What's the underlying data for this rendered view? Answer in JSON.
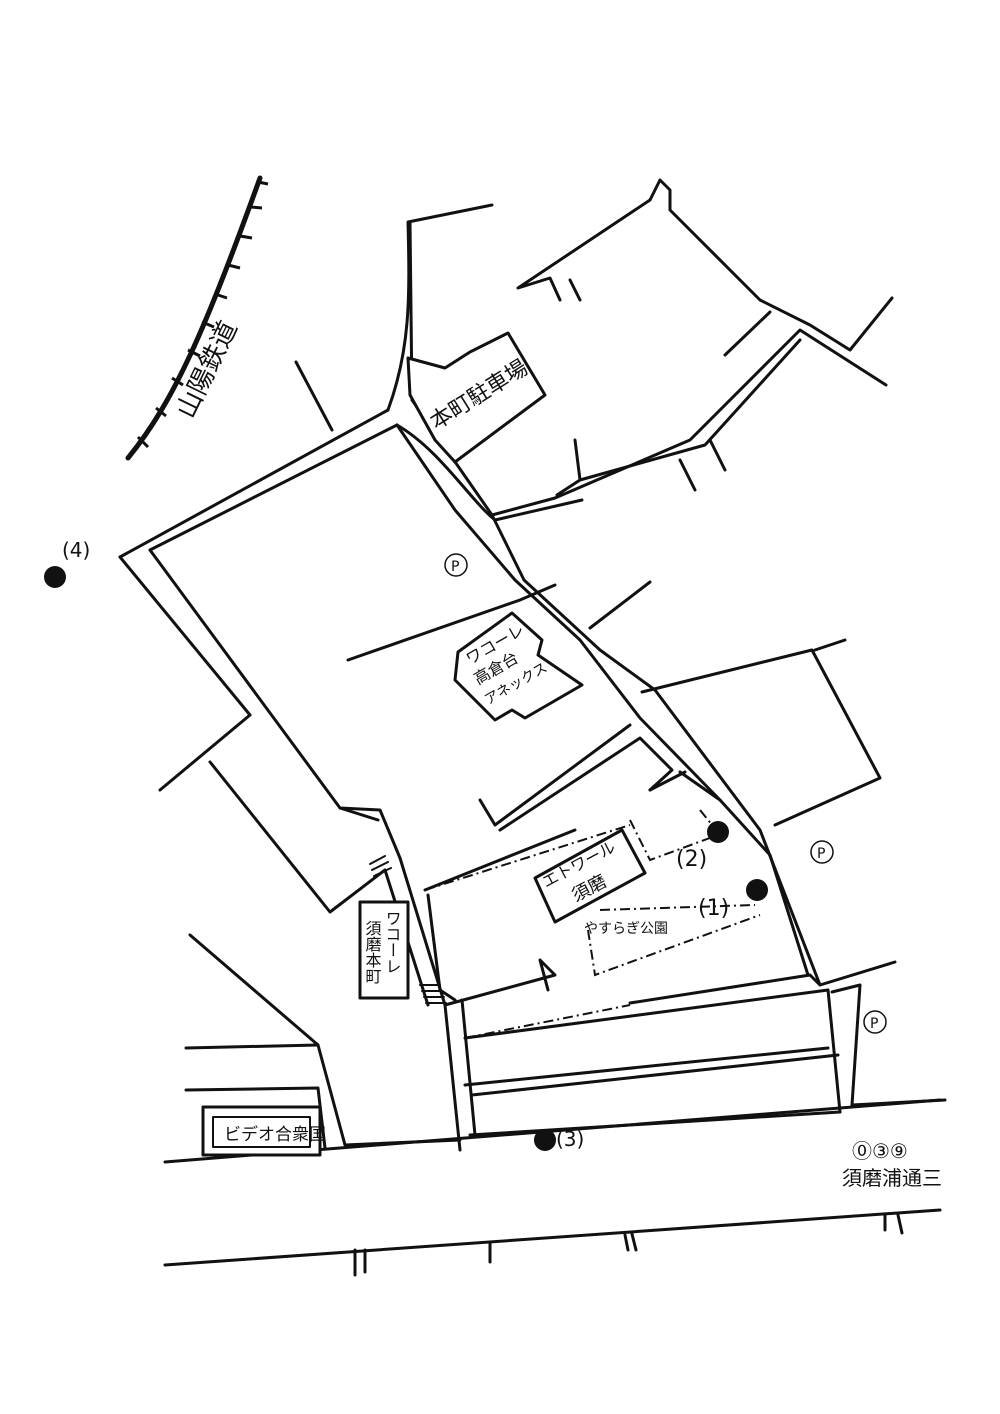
{
  "map": {
    "railway_label": "山陽鉄道",
    "parking_lot_label": "本町駐車場",
    "annex_label_line1": "ワコーレ",
    "annex_label_line2": "高倉台",
    "annex_label_line3": "アネックス",
    "etoile_line1": "エトワール",
    "etoile_line2": "須磨",
    "wakore_honmachi_line1": "ワコーレ",
    "wakore_honmachi_line2": "須磨本町",
    "park_label": "やすらぎ公園",
    "video_shop_label": "ビデオ合衆国",
    "street_label": "須磨浦通三",
    "street_sign": "⓪③⑨",
    "parking_symbol": "P",
    "markers": [
      {
        "id": "1",
        "label": "(1)"
      },
      {
        "id": "2",
        "label": "(2)"
      },
      {
        "id": "3",
        "label": "(3)"
      },
      {
        "id": "4",
        "label": "(4)"
      }
    ]
  }
}
